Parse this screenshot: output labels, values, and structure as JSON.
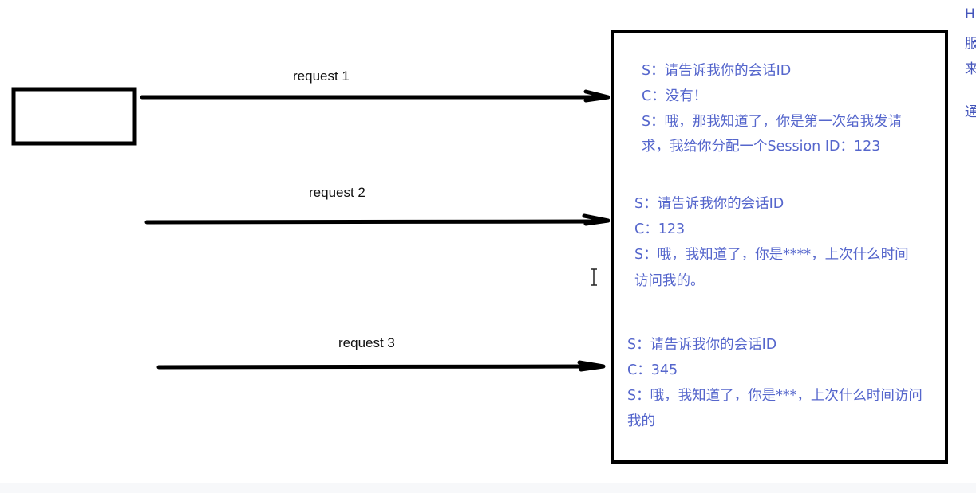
{
  "requests": [
    {
      "label": "request 1"
    },
    {
      "label": "request 2"
    },
    {
      "label": "request 3"
    }
  ],
  "server": {
    "block1": [
      "S：请告诉我你的会话ID",
      "C：没有！",
      "S：哦，那我知道了，你是第一次给我发请",
      "求，我给你分配一个Session ID：123"
    ],
    "block2": [
      "S：请告诉我你的会话ID",
      "C：123",
      "S：哦，我知道了，你是****，上次什么时间",
      "访问我的。"
    ],
    "block3": [
      "S：请告诉我你的会话ID",
      "C：345",
      "S：哦，我知道了，你是***，上次什么时间访问",
      "我的"
    ]
  },
  "side_text": [
    "H",
    "服",
    "来",
    "通"
  ],
  "colors": {
    "dialog_text": "#5566cc",
    "line": "#000000"
  }
}
